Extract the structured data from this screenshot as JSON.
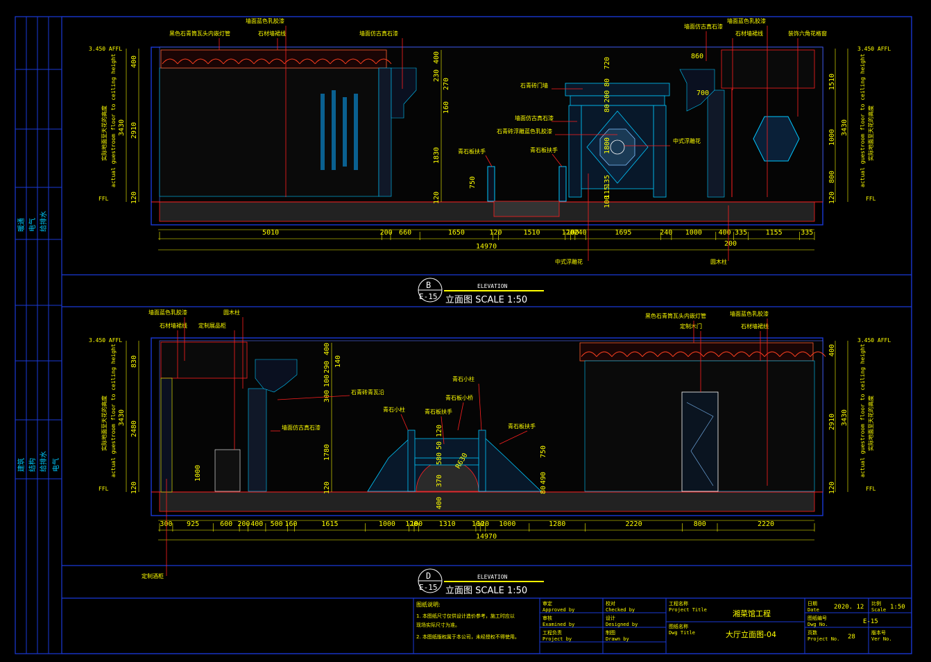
{
  "colors": {
    "background": "#000000",
    "frame": "#1a3ad8",
    "dimension": "#ffff00",
    "leader": "#ff2020",
    "wall": "#00c8ff",
    "title_text": "#ffffff",
    "block_text": "#ffff00"
  },
  "side_strip": {
    "group1": [
      "暖通",
      "电气",
      "给排水"
    ],
    "group2": [
      "建筑",
      "结构",
      "给排水",
      "电气"
    ]
  },
  "elev_b": {
    "label": "B",
    "sheet": "E-15",
    "elevation_word": "ELEVATION",
    "title": "立面图 SCALE 1:50",
    "left_level_top": "3.450 AFFL",
    "left_level_bottom": "FFL",
    "right_level_top": "3.450 AFFL",
    "right_level_bottom": "FFL",
    "vertical_note_cn": "实际地面至天花的高度",
    "vertical_note_en": "actual guestroom floor to ceiling height",
    "left_dims": [
      "400",
      "2910",
      "3430",
      "120"
    ],
    "right_dims": [
      "1510",
      "1000",
      "800",
      "120",
      "3430"
    ],
    "bottom_dims": [
      "5010",
      "200",
      "660",
      "1650",
      "120",
      "1510",
      "120",
      "100",
      "240",
      "1695",
      "240",
      "1000",
      "400",
      "335",
      "1155",
      "335"
    ],
    "overall": "14970",
    "sub_dim": "200",
    "mid_dims_a": [
      "400",
      "230",
      "270",
      "160",
      "1830",
      "120"
    ],
    "mid_dims_b": [
      "750"
    ],
    "gate_dims": [
      "720",
      "80",
      "200",
      "80",
      "1800",
      "135",
      "115",
      "100"
    ],
    "top_dims": [
      "860",
      "700"
    ],
    "labels": [
      "黑色石青筒瓦头内嵌灯管",
      "墙面蓝色乳胶漆",
      "石材墙裙线",
      "墙面仿古真石漆",
      "墙面仿古真石漆",
      "墙面蓝色乳胶漆",
      "石材墙裙线",
      "装饰六角花格窗",
      "石青砖门墙",
      "墙面仿古真石漆",
      "石青砖浮雕蓝色乳胶漆",
      "中式浮雕花",
      "青石板扶手",
      "青石板扶手",
      "中式浮雕花",
      "圆木柱"
    ]
  },
  "elev_d": {
    "label": "D",
    "sheet": "E-15",
    "elevation_word": "ELEVATION",
    "title": "立面图 SCALE 1:50",
    "left_level_top": "3.450 AFFL",
    "left_level_bottom": "FFL",
    "right_level_top": "3.450 AFFL",
    "right_level_bottom": "FFL",
    "vertical_note_cn": "实际地面至天花的高度",
    "vertical_note_en": "actual guestroom floor to ceiling height",
    "left_dims": [
      "830",
      "2480",
      "3430",
      "120"
    ],
    "right_dims": [
      "400",
      "2910",
      "3430",
      "120"
    ],
    "bottom_dims": [
      "300",
      "925",
      "600",
      "200",
      "400",
      "500",
      "160",
      "1615",
      "1000",
      "120",
      "100",
      "1310",
      "100",
      "120",
      "1000",
      "1280",
      "2220",
      "800",
      "2220"
    ],
    "overall": "14970",
    "mid_dims": [
      "400",
      "290",
      "140",
      "100",
      "300",
      "1780",
      "120"
    ],
    "bridge_dims": [
      "120",
      "50",
      "580",
      "370",
      "400",
      "R630"
    ],
    "stair_dims": [
      "750",
      "80",
      "490"
    ],
    "cabinet_dim": "1000",
    "labels": [
      "墙面蓝色乳胶漆",
      "石材墙裙线",
      "圆木柱",
      "定制展品柜",
      "石青砖青瓦沿",
      "墙面仿古真石漆",
      "青石小柱",
      "青石板小桥",
      "青石小柱",
      "青石板扶手",
      "青石板扶手",
      "黑色石青筒瓦头内嵌灯管",
      "定制木门",
      "墙面蓝色乳胶漆",
      "石材墙裙线",
      "定制酒柜"
    ]
  },
  "title_block": {
    "notes_title": "图纸说明:",
    "note1": "1. 本图纸尺寸仅供设计造价参考，施工时应以现场实际尺寸为准。",
    "note1a": "1. 本图纸尺寸仅供设计造价参考，施工时应以",
    "note1b": "现场实际尺寸为准。",
    "note2": "2. 本图纸版权属于本公司，未经授权不得使用。",
    "approved_cn": "审定",
    "approved_en": "Approved by",
    "examined_cn": "审核",
    "examined_en": "Examined by",
    "project_cn": "工程负责",
    "project_en": "Project by",
    "checked_cn": "校对",
    "checked_en": "Checked by",
    "designed_cn": "设计",
    "designed_en": "Designed by",
    "drawn_cn": "制图",
    "drawn_en": "Drawn by",
    "project_title_cn": "工程名称",
    "project_title_en": "Project Title",
    "project_name": "湘菜馆工程",
    "dwg_title_cn": "图纸名称",
    "dwg_title_en": "Dwg Title",
    "dwg_name": "大厅立面图-04",
    "date_cn": "日期",
    "date_en": "Date",
    "date_val": "2020. 12",
    "scale_cn": "比例",
    "scale_en": "Scale",
    "scale_val": "1:50",
    "dwgno_cn": "图纸编号",
    "dwgno_en": "Dwg No.",
    "dwgno_val": "E-15",
    "projno_cn": "页数",
    "projno_en": "Project No.",
    "projno_val": "28",
    "ver_cn": "版本号",
    "ver_en": "Ver No."
  }
}
